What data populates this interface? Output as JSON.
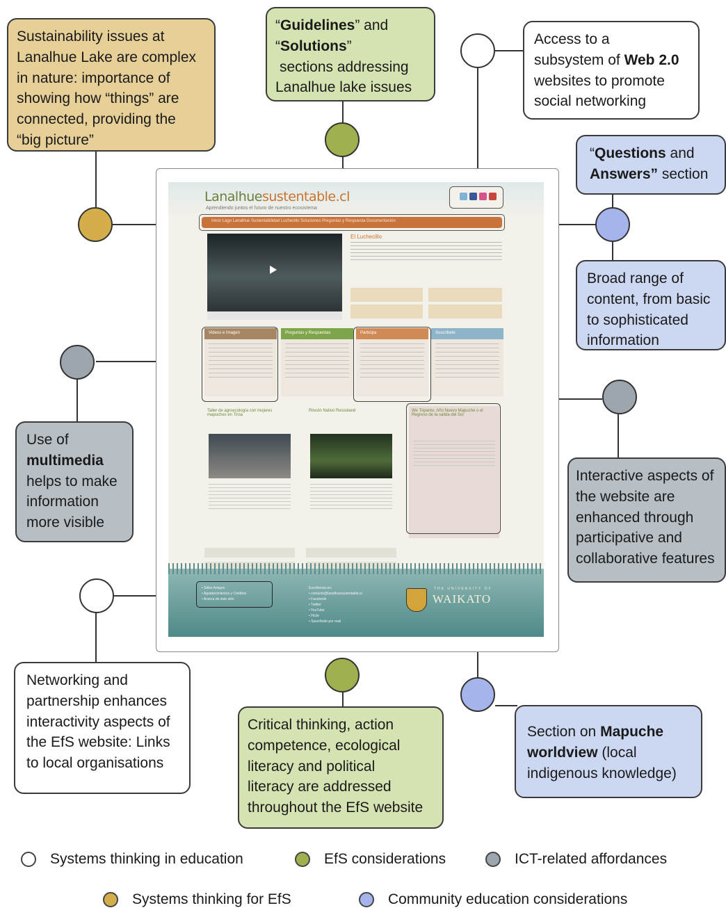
{
  "boxes": {
    "b1": {
      "line1": "Sustainability issues at",
      "line2": "Lanalhue Lake are complex",
      "line3": "in nature: importance of",
      "line4": "showing how “things” are",
      "line5": "connected, providing the",
      "line6": "“big picture”"
    },
    "b2": {
      "q_open": "“",
      "bold1": "Guidelines",
      "mid": "” and",
      "q_open2": "“",
      "bold2": "Solutions",
      "q_close2": "”",
      "line3": "sections addressing",
      "line4": "Lanalhue lake issues"
    },
    "b3": {
      "line1": "Access to a",
      "line2_pre": "subsystem of ",
      "line2_bold": "Web 2.0",
      "line3": "websites to promote",
      "line4": "social networking"
    },
    "b4": {
      "q_open": "“",
      "bold1": "Questions",
      "mid": " and",
      "bold2": "Answers”",
      "tail": " section"
    },
    "b5": {
      "line1": "Broad range of",
      "line2": "content, from basic",
      "line3": "to sophisticated",
      "line4": "information"
    },
    "b6": {
      "line1": "Use of",
      "bold": "multimedia",
      "line3": "helps to make",
      "line4": "information",
      "line5": "more visible"
    },
    "b7": {
      "line1": "Interactive aspects of",
      "line2": "the website are",
      "line3": "enhanced through",
      "line4": "participative and",
      "line5": "collaborative features"
    },
    "b8": {
      "line1": "Networking and",
      "line2": "partnership enhances",
      "line3": "interactivity aspects of",
      "line4": "the EfS website: Links",
      "line5": "to local organisations"
    },
    "b9": {
      "line1": "Critical thinking, action",
      "line2": "competence, ecological",
      "line3": "literacy and political",
      "line4": "literacy are addressed",
      "line5": "throughout the EfS website"
    },
    "b10": {
      "line1_pre": "Section on ",
      "line1_bold": "Mapuche",
      "line2_bold": "worldview",
      "line2_post": " (local",
      "line3": "indigenous knowledge)"
    }
  },
  "legend": [
    {
      "label": "Systems thinking in education",
      "color": "#ffffff"
    },
    {
      "label": "EfS considerations",
      "color": "#9fb04f"
    },
    {
      "label": "ICT-related affordances",
      "color": "#9ea6ad"
    },
    {
      "label": "Systems thinking for EfS",
      "color": "#d3ae4a"
    },
    {
      "label": "Community education considerations",
      "color": "#a6b4ec"
    }
  ],
  "site": {
    "logo_main": "Lanalhue",
    "logo_accent": "sustentable.cl",
    "tagline": "Aprendiendo juntos el futuro de nuestro ecosistema",
    "nav": "Inicio   Lago Lanalhue   Sustentabilidad   Luchecillo   Soluciones   Preguntas y Respuesta   Documentación",
    "article_title": "El Luchecillo",
    "tabs": [
      "Videos e Imagen",
      "Preguntas y Respuestas",
      "Participa",
      "Suscríbete"
    ],
    "cards": [
      "Taller de agroecología con mujeres mapuches en Tirúa",
      "Rincón Nativo Ressoland",
      "We Tripantu: Año Nuevo Mapuche o el Regreso de la salida del Sol"
    ],
    "footer_links": "• Sitios Amigos\n• Agradecimientos y Créditos\n• Acerca de este sitio",
    "footer_contact": "Escríbenos en:\n• contacto@lanalhuesustentable.cl\n• Facebook\n• Twitter\n• YouTube\n• Flickr\n• Suscríbete por mail",
    "university_small": "THE UNIVERSITY OF",
    "university": "WAIKATO"
  }
}
